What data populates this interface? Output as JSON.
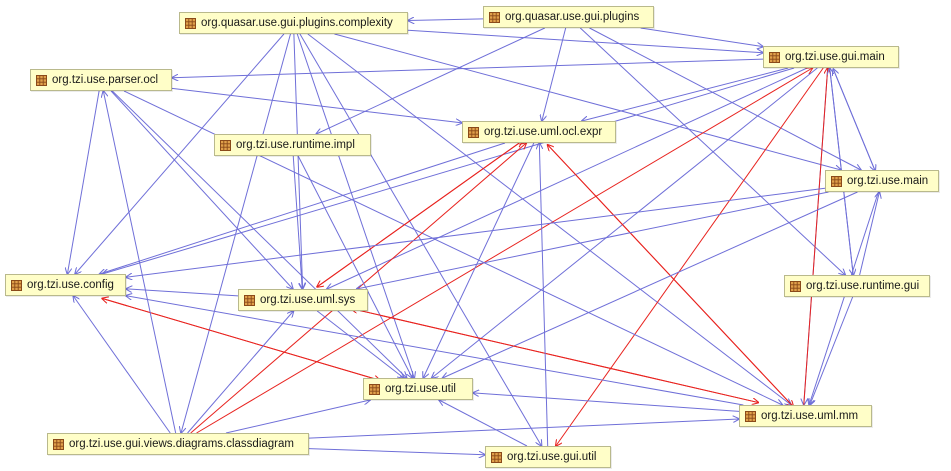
{
  "colors": {
    "edge_normal": "#6f6fd8",
    "edge_cycle": "#e8231f",
    "node_fill": "#fffec8",
    "node_border": "#b9b98c",
    "icon_fill": "#e0a04a",
    "icon_stroke": "#8a4a1a"
  },
  "nodes": {
    "complexity": {
      "label": "org.quasar.use.gui.plugins.complexity",
      "icon": "package-icon"
    },
    "plugins": {
      "label": "org.quasar.use.gui.plugins",
      "icon": "package-icon"
    },
    "guimain": {
      "label": "org.tzi.use.gui.main",
      "icon": "package-icon"
    },
    "parserocl": {
      "label": "org.tzi.use.parser.ocl",
      "icon": "package-icon"
    },
    "oclexpr": {
      "label": "org.tzi.use.uml.ocl.expr",
      "icon": "package-icon"
    },
    "runtimeimpl": {
      "label": "org.tzi.use.runtime.impl",
      "icon": "package-icon"
    },
    "main": {
      "label": "org.tzi.use.main",
      "icon": "package-icon"
    },
    "config": {
      "label": "org.tzi.use.config",
      "icon": "package-icon"
    },
    "umlsys": {
      "label": "org.tzi.use.uml.sys",
      "icon": "package-icon"
    },
    "runtimegui": {
      "label": "org.tzi.use.runtime.gui",
      "icon": "package-icon"
    },
    "util": {
      "label": "org.tzi.use.util",
      "icon": "package-icon"
    },
    "umlmm": {
      "label": "org.tzi.use.uml.mm",
      "icon": "package-icon"
    },
    "classdiagram": {
      "label": "org.tzi.use.gui.views.diagrams.classdiagram",
      "icon": "package-icon"
    },
    "guiutil": {
      "label": "org.tzi.use.gui.util",
      "icon": "package-icon"
    }
  },
  "edges": [
    {
      "from": "plugins",
      "to": "complexity",
      "kind": "normal"
    },
    {
      "from": "plugins",
      "to": "guimain",
      "kind": "normal"
    },
    {
      "from": "plugins",
      "to": "runtimeimpl",
      "kind": "normal"
    },
    {
      "from": "plugins",
      "to": "main",
      "kind": "normal"
    },
    {
      "from": "plugins",
      "to": "runtimegui",
      "kind": "normal"
    },
    {
      "from": "plugins",
      "to": "oclexpr",
      "kind": "normal"
    },
    {
      "from": "complexity",
      "to": "config",
      "kind": "normal"
    },
    {
      "from": "complexity",
      "to": "umlsys",
      "kind": "normal"
    },
    {
      "from": "complexity",
      "to": "util",
      "kind": "normal"
    },
    {
      "from": "complexity",
      "to": "umlmm",
      "kind": "normal"
    },
    {
      "from": "complexity",
      "to": "guiutil",
      "kind": "normal"
    },
    {
      "from": "complexity",
      "to": "guimain",
      "kind": "normal"
    },
    {
      "from": "complexity",
      "to": "classdiagram",
      "kind": "normal"
    },
    {
      "from": "complexity",
      "to": "main",
      "kind": "normal"
    },
    {
      "from": "guimain",
      "to": "parserocl",
      "kind": "normal"
    },
    {
      "from": "guimain",
      "to": "oclexpr",
      "kind": "normal"
    },
    {
      "from": "guimain",
      "to": "main",
      "kind": "normal"
    },
    {
      "from": "guimain",
      "to": "runtimegui",
      "kind": "normal"
    },
    {
      "from": "guimain",
      "to": "util",
      "kind": "normal"
    },
    {
      "from": "guimain",
      "to": "config",
      "kind": "normal"
    },
    {
      "from": "guimain",
      "to": "guiutil",
      "kind": "cycle"
    },
    {
      "from": "guimain",
      "to": "umlmm",
      "kind": "normal"
    },
    {
      "from": "guimain",
      "to": "umlsys",
      "kind": "normal"
    },
    {
      "from": "classdiagram",
      "to": "guimain",
      "kind": "cycle"
    },
    {
      "from": "umlmm",
      "to": "guimain",
      "kind": "cycle"
    },
    {
      "from": "parserocl",
      "to": "oclexpr",
      "kind": "normal"
    },
    {
      "from": "parserocl",
      "to": "config",
      "kind": "normal"
    },
    {
      "from": "parserocl",
      "to": "umlsys",
      "kind": "normal"
    },
    {
      "from": "parserocl",
      "to": "umlmm",
      "kind": "normal"
    },
    {
      "from": "parserocl",
      "to": "util",
      "kind": "normal"
    },
    {
      "from": "oclexpr",
      "to": "umlsys",
      "kind": "cycle"
    },
    {
      "from": "umlsys",
      "to": "oclexpr",
      "kind": "cycle"
    },
    {
      "from": "oclexpr",
      "to": "umlmm",
      "kind": "cycle"
    },
    {
      "from": "oclexpr",
      "to": "config",
      "kind": "normal"
    },
    {
      "from": "oclexpr",
      "to": "util",
      "kind": "normal"
    },
    {
      "from": "umlmm",
      "to": "oclexpr",
      "kind": "cycle"
    },
    {
      "from": "classdiagram",
      "to": "oclexpr",
      "kind": "cycle"
    },
    {
      "from": "runtimeimpl",
      "to": "util",
      "kind": "normal"
    },
    {
      "from": "runtimeimpl",
      "to": "umlsys",
      "kind": "normal"
    },
    {
      "from": "main",
      "to": "config",
      "kind": "normal"
    },
    {
      "from": "main",
      "to": "umlsys",
      "kind": "normal"
    },
    {
      "from": "main",
      "to": "util",
      "kind": "normal"
    },
    {
      "from": "main",
      "to": "umlmm",
      "kind": "normal"
    },
    {
      "from": "main",
      "to": "guimain",
      "kind": "normal"
    },
    {
      "from": "runtimegui",
      "to": "guimain",
      "kind": "normal"
    },
    {
      "from": "runtimegui",
      "to": "umlmm",
      "kind": "normal"
    },
    {
      "from": "runtimegui",
      "to": "main",
      "kind": "normal"
    },
    {
      "from": "umlsys",
      "to": "config",
      "kind": "normal"
    },
    {
      "from": "umlsys",
      "to": "util",
      "kind": "normal"
    },
    {
      "from": "umlsys",
      "to": "umlmm",
      "kind": "cycle"
    },
    {
      "from": "umlmm",
      "to": "umlsys",
      "kind": "cycle"
    },
    {
      "from": "config",
      "to": "util",
      "kind": "cycle"
    },
    {
      "from": "util",
      "to": "config",
      "kind": "cycle"
    },
    {
      "from": "umlmm",
      "to": "config",
      "kind": "normal"
    },
    {
      "from": "umlmm",
      "to": "util",
      "kind": "normal"
    },
    {
      "from": "classdiagram",
      "to": "config",
      "kind": "normal"
    },
    {
      "from": "classdiagram",
      "to": "util",
      "kind": "normal"
    },
    {
      "from": "classdiagram",
      "to": "umlsys",
      "kind": "normal"
    },
    {
      "from": "classdiagram",
      "to": "umlmm",
      "kind": "normal"
    },
    {
      "from": "classdiagram",
      "to": "guiutil",
      "kind": "normal"
    },
    {
      "from": "classdiagram",
      "to": "parserocl",
      "kind": "normal"
    },
    {
      "from": "guiutil",
      "to": "oclexpr",
      "kind": "normal"
    },
    {
      "from": "guiutil",
      "to": "util",
      "kind": "normal"
    }
  ]
}
